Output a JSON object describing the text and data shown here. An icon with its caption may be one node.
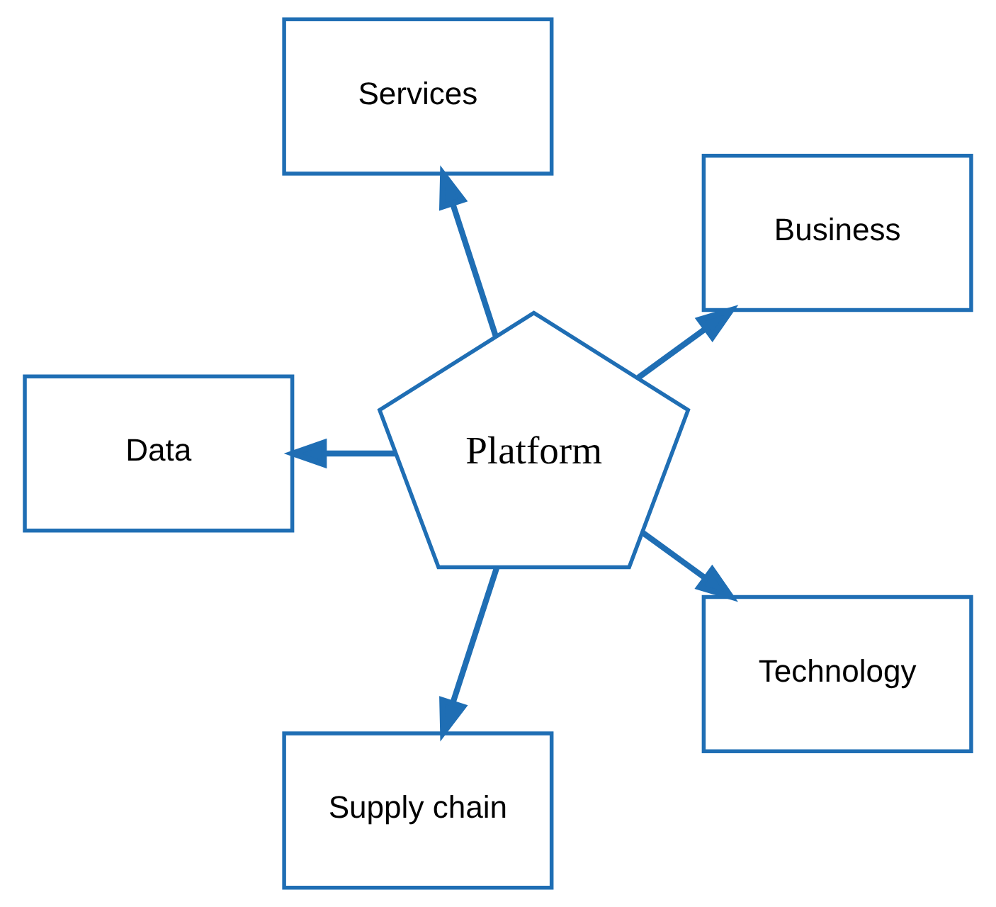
{
  "diagram": {
    "nodes": [
      {
        "text": [
          "Business"
        ]
      },
      {
        "text": [
          "Services"
        ]
      },
      {
        "text": [
          "Platform"
        ]
      },
      {
        "text": [
          "Data"
        ]
      },
      {
        "text": [
          "Supply chain"
        ]
      },
      {
        "text": [
          "Technology"
        ]
      }
    ],
    "edges": [
      {
        "from": 2,
        "to": 0,
        "arrow": "to"
      },
      {
        "from": 2,
        "to": 1,
        "arrow": "to"
      },
      {
        "from": 2,
        "to": 4,
        "arrow": "to"
      },
      {
        "from": 2,
        "to": 5,
        "arrow": "to"
      },
      {
        "from": 2,
        "to": 3,
        "arrow": "to"
      }
    ]
  }
}
